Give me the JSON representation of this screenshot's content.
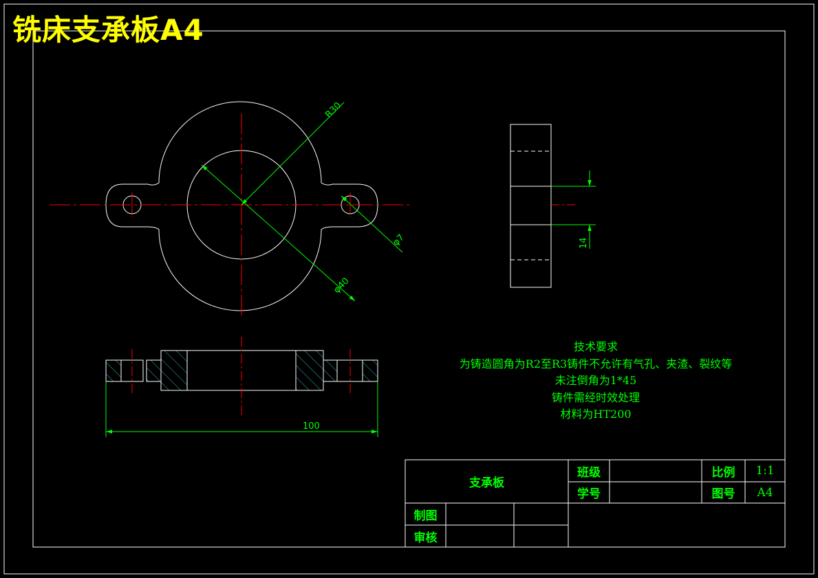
{
  "title": "铣床支承板A4",
  "colors": {
    "background": "#000000",
    "outline": "#ffffff",
    "centerline": "#ff0000",
    "dimension": "#00ff00",
    "title": "#ffff00"
  },
  "dimensions": {
    "outer_radius": "R30",
    "hole_dia": "φ7",
    "bore_dia": "φ40",
    "length": "100",
    "thickness": "14"
  },
  "notes": {
    "heading": "技术要求",
    "lines": [
      "为铸造圆角为R2至R3铸件不允许有气孔、夹渣、裂纹等",
      "未注倒角为1*45",
      "铸件需经时效处理",
      "材料为HT200"
    ]
  },
  "title_block": {
    "part_name": "支承板",
    "class_label": "班级",
    "class_value": "",
    "scale_label": "比例",
    "scale_value": "1:1",
    "student_no_label": "学号",
    "student_no_value": "",
    "drawing_no_label": "图号",
    "drawing_no_value": "A4",
    "drawn_by_label": "制图",
    "checked_by_label": "审核"
  }
}
